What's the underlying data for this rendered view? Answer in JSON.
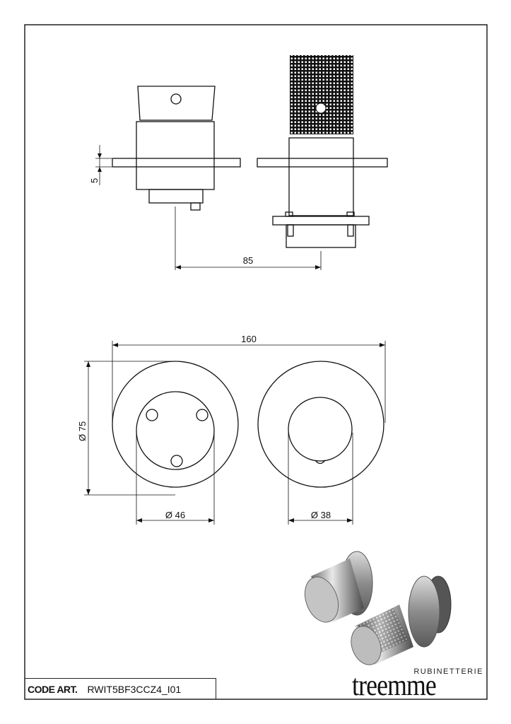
{
  "dimensions": {
    "flange_thickness": "5",
    "depth": "85",
    "overall_width": "160",
    "flange_diameter": "Ø 75",
    "handle_diameter_left": "Ø 46",
    "handle_diameter_right": "Ø 38"
  },
  "title_block": {
    "code_label": "CODE ART.",
    "code_value": "RWIT5BF3CCZ4_I01"
  },
  "brand": {
    "subtitle": "RUBINETTERIE",
    "name": "treemme"
  }
}
